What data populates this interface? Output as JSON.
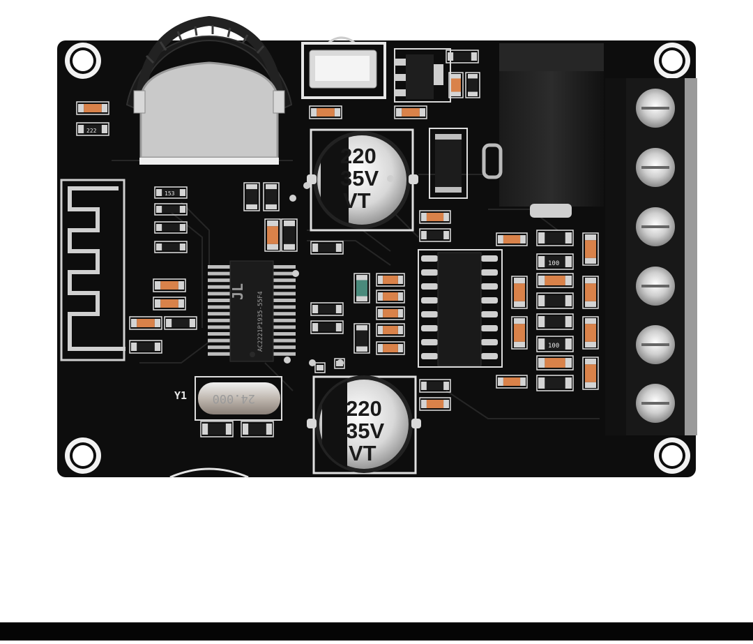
{
  "photo": {
    "subject": "Bluetooth audio amplifier board"
  },
  "capacitor_top": {
    "line1": "220",
    "line2": "35V",
    "line3": "VT"
  },
  "capacitor_bottom": {
    "line1": "220",
    "line2": "35V",
    "line3": "VT"
  },
  "crystal": {
    "designator": "Y1",
    "marking": "24.000"
  },
  "bt_chip": {
    "logo": "JL",
    "marking": "AC2221P1935-55F4"
  },
  "resistor_labels": {
    "r222": "222",
    "r100a": "100",
    "r100b": "100",
    "r153": "153"
  },
  "colors": {
    "pcb": "#0d0d0d",
    "silkscreen": "#e8e8e8",
    "metal": "#c8c8c8",
    "smd_orange": "#d9824a"
  }
}
